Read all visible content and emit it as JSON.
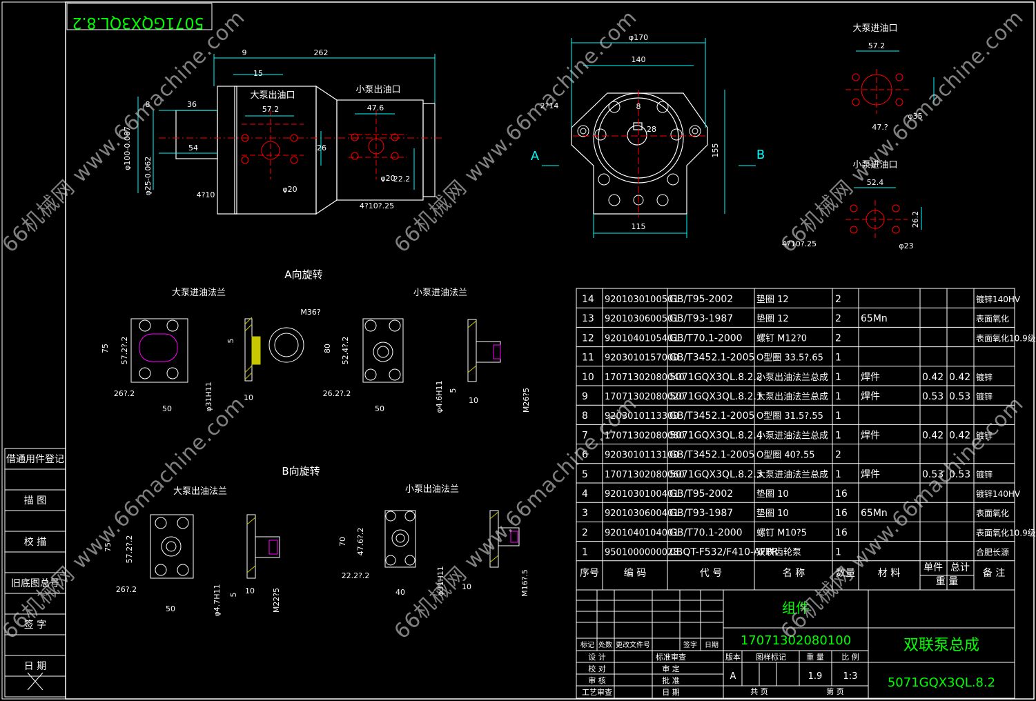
{
  "drawing": {
    "rotated_code": "5071GQX3QL.8.2",
    "dims_side": [
      "9",
      "262",
      "15",
      "8",
      "36",
      "54",
      "57.2",
      "47.6",
      "26",
      "φ20",
      "φ20",
      "22.2",
      "4?10",
      "4?10?.25",
      "φ100-0.087",
      "φ25-0.062"
    ],
    "side_labels": {
      "big_out": "大泵出油口",
      "small_out": "小泵出油口"
    },
    "front_dims": [
      "φ170",
      "140",
      "8",
      "28",
      "155",
      "115",
      "2?14"
    ],
    "view_a": "A",
    "view_b": "B",
    "right_top": {
      "big_in": "大泵进油口",
      "dim_big": "57.2",
      "dim_35": "φ35",
      "dim_47": "47.?",
      "small_in": "小泵进油口",
      "dim_small": "52.4",
      "dim_262": "26.2",
      "dim_23": "φ23",
      "holes": "4?10?.25"
    },
    "rot_a": "A向旋转",
    "rot_b": "B向旋转",
    "flange_labels": {
      "big_in": "大泵进油法兰",
      "small_in": "小泵进油法兰",
      "big_out": "大泵出油法兰",
      "small_out": "小泵出油法兰"
    },
    "flange_dims": [
      "75",
      "57.2?.2",
      "26?.2",
      "50",
      "M36?",
      "5",
      "10",
      "φ31H11",
      "80",
      "52.4?.2",
      "26.2?.2",
      "50",
      "φ4.6H11",
      "5",
      "10",
      "M26?5",
      "75",
      "57.2?.2",
      "26?.2",
      "50",
      "φ4.7H11",
      "5",
      "10",
      "M22?5",
      "70",
      "47.6?.2",
      "22.2?.2",
      "40",
      "φ31H11",
      "10",
      "M16?.5"
    ]
  },
  "left_block": [
    "借通用件登记",
    "描 图",
    "校 描",
    "旧底图总号",
    "签 字",
    "日 期"
  ],
  "bom": {
    "headers": [
      "序号",
      "编 码",
      "代 号",
      "名 称",
      "数量",
      "材 料",
      "单件",
      "总计",
      "备 注"
    ],
    "weight_label": "重 量",
    "rows": [
      [
        "14",
        "9201030100501",
        "GB/T95-2002",
        "垫圈 12",
        "2",
        "",
        "",
        "",
        "镀锌140HV"
      ],
      [
        "13",
        "9201030600501",
        "GB/T93-1987",
        "垫圈 12",
        "2",
        "65Mn",
        "",
        "",
        "表面氧化"
      ],
      [
        "12",
        "9201040105401",
        "GB/T70.1-2000",
        "螺钉 M12?0",
        "2",
        "",
        "",
        "",
        "表面氧化10.9级"
      ],
      [
        "11",
        "9203010157000",
        "GB/T3452.1-2005",
        "O型圈 33.5?.65",
        "1",
        "",
        "",
        "",
        ""
      ],
      [
        "10",
        "17071302080040",
        "5071GQX3QL.8.2.2",
        "小泵出油法兰总成",
        "1",
        "焊件",
        "0.42",
        "0.42",
        "镀锌"
      ],
      [
        "9",
        "17071302080020",
        "5071GQX3QL.8.2.1",
        "大泵出油法兰总成",
        "1",
        "焊件",
        "0.53",
        "0.53",
        "镀锌"
      ],
      [
        "8",
        "9203010113300",
        "GB/T3452.1-2005",
        "O型圈 31.5?.55",
        "1",
        "",
        "",
        "",
        ""
      ],
      [
        "7",
        "17071302080080",
        "5071GQX3QL.8.2.4",
        "小泵进油法兰总成",
        "1",
        "焊件",
        "0.42",
        "0.42",
        "镀锌"
      ],
      [
        "6",
        "9203010113100",
        "GB/T3452.1-2005",
        "O型圈 40?.55",
        "2",
        "",
        "",
        "",
        ""
      ],
      [
        "5",
        "17071302080060",
        "5071GQX3QL.8.2.3",
        "大泵进油法兰总成",
        "1",
        "焊件",
        "0.53",
        "0.53",
        "镀锌"
      ],
      [
        "4",
        "9201030100401",
        "GB/T95-2002",
        "垫圈 10",
        "16",
        "",
        "",
        "",
        "镀锌140HV"
      ],
      [
        "3",
        "9201030600401",
        "GB/T93-1987",
        "垫圈 10",
        "16",
        "65Mn",
        "",
        "",
        "表面氧化"
      ],
      [
        "2",
        "9201040104001",
        "GB/T70.1-2000",
        "螺钉 M10?5",
        "16",
        "",
        "",
        "",
        "表面氧化10.9级"
      ],
      [
        "1",
        "9501000000028",
        "CBQT-F532/F410-AFPR",
        "双联齿轮泵",
        "1",
        "",
        "",
        "",
        "合肥长源"
      ]
    ]
  },
  "title_block": {
    "category": "组件",
    "part_no": "17071302080100",
    "name": "双联泵总成",
    "code": "5071GQX3QL.8.2",
    "rev_labels": [
      "标记",
      "处数",
      "更改文件号",
      "签字",
      "日期"
    ],
    "sign_left": [
      "设 计",
      "校 对",
      "审 核",
      "工艺审查"
    ],
    "sign_mid": [
      "标准审查",
      "审 定",
      "批 准",
      "日 期"
    ],
    "stage_labels": [
      "版本",
      "图样标记",
      "重 量",
      "比 例"
    ],
    "stage_values": [
      "A",
      "",
      "1.9",
      "1:3"
    ],
    "sheet_labels": [
      "共 页",
      "第 页"
    ]
  },
  "watermark": "66机械网 www.66machine.com"
}
